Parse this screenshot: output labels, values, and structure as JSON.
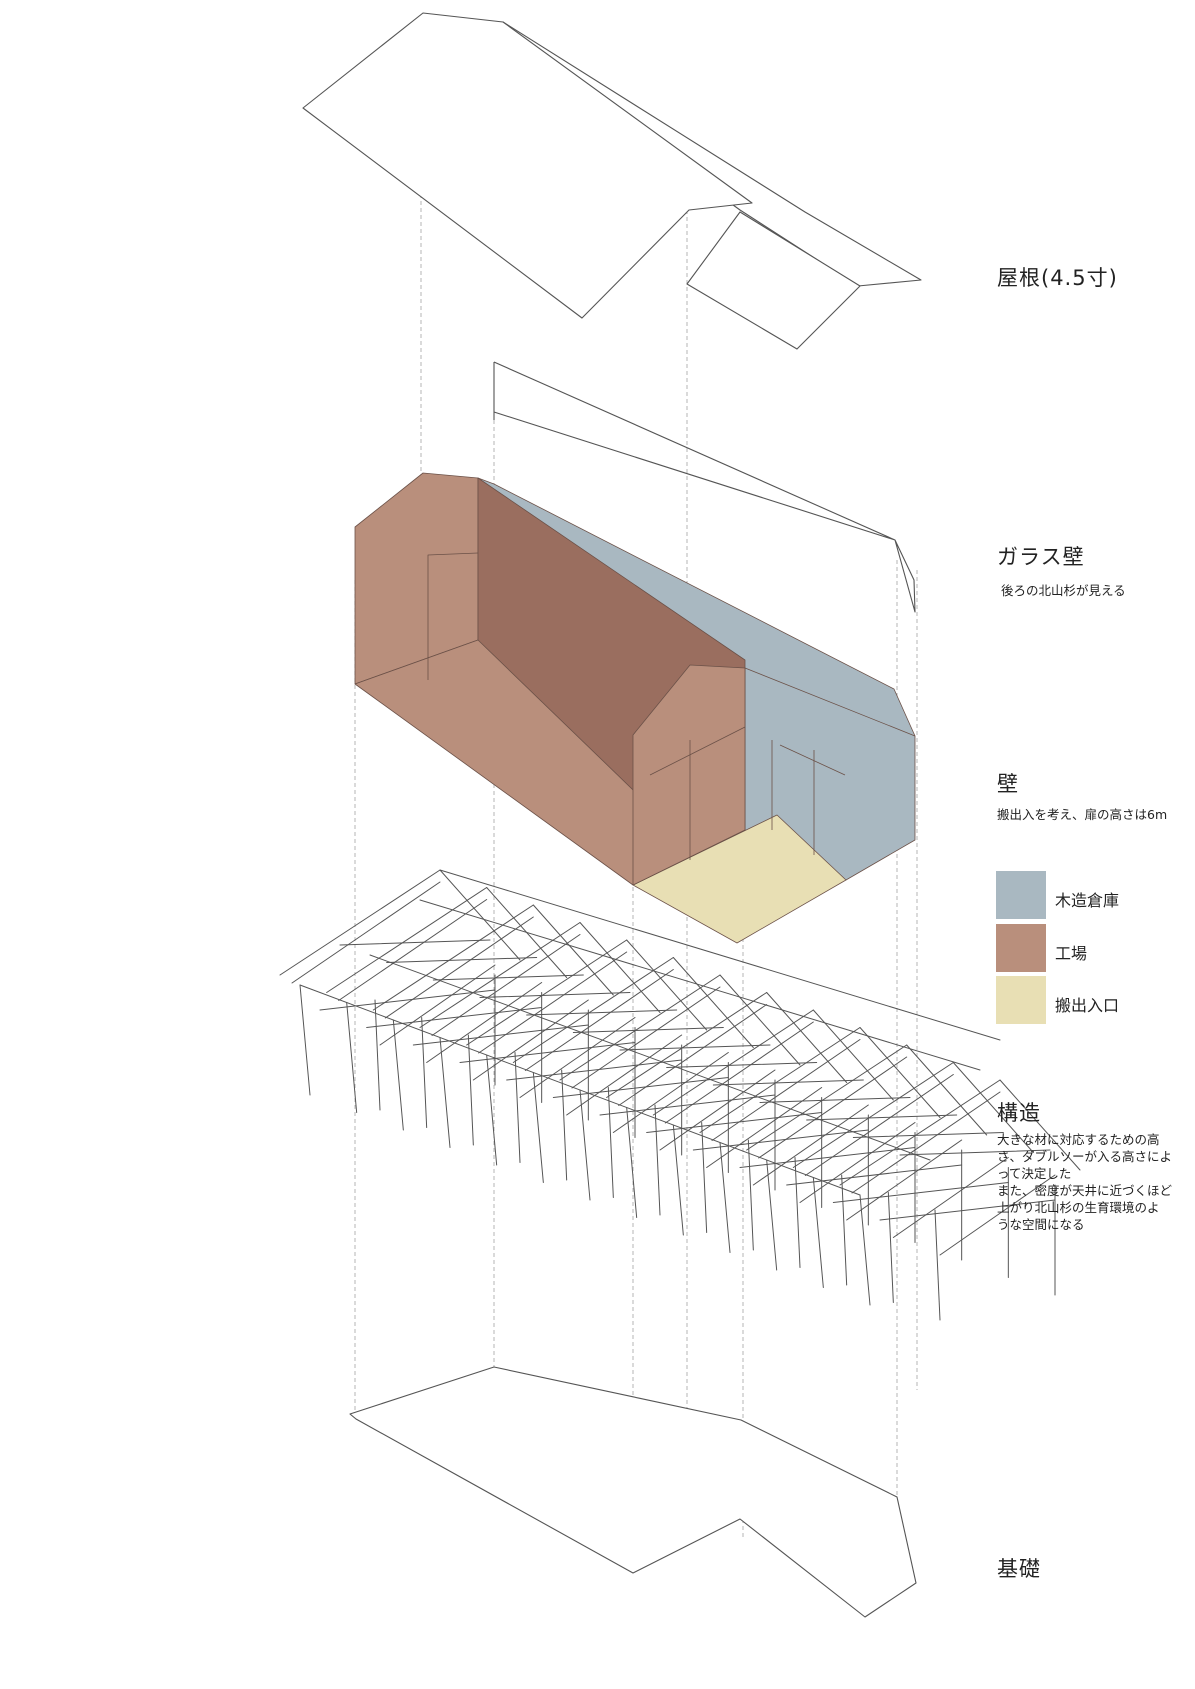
{
  "layers": {
    "roof": {
      "title": "屋根(4.5寸)"
    },
    "glass_wall": {
      "title": "ガラス壁",
      "note": "後ろの北山杉が見える"
    },
    "wall": {
      "title": "壁",
      "note": "搬出入を考え、扉の高さは6m"
    },
    "structure": {
      "title": "構造",
      "note_lines": [
        "大きな材に対応するための高",
        "さ、ダブルソーが入る高さによ",
        "って決定した",
        "また、密度が天井に近づくほど",
        "上がり北山杉の生育環境のよ",
        "うな空間になる"
      ]
    },
    "foundation": {
      "title": "基礎"
    }
  },
  "legend": [
    {
      "label": "木造倉庫",
      "color": "#a9b8c1"
    },
    {
      "label": "工場",
      "color": "#b98f7c"
    },
    {
      "label": "搬出入口",
      "color": "#e8dfb4"
    }
  ],
  "colors": {
    "warehouse": "#a9b8c1",
    "factory": "#b98f7c",
    "factory_dark": "#9a6e5f",
    "entrance": "#e8dfb4",
    "line": "#555555",
    "guide": "#b5b5b5"
  }
}
